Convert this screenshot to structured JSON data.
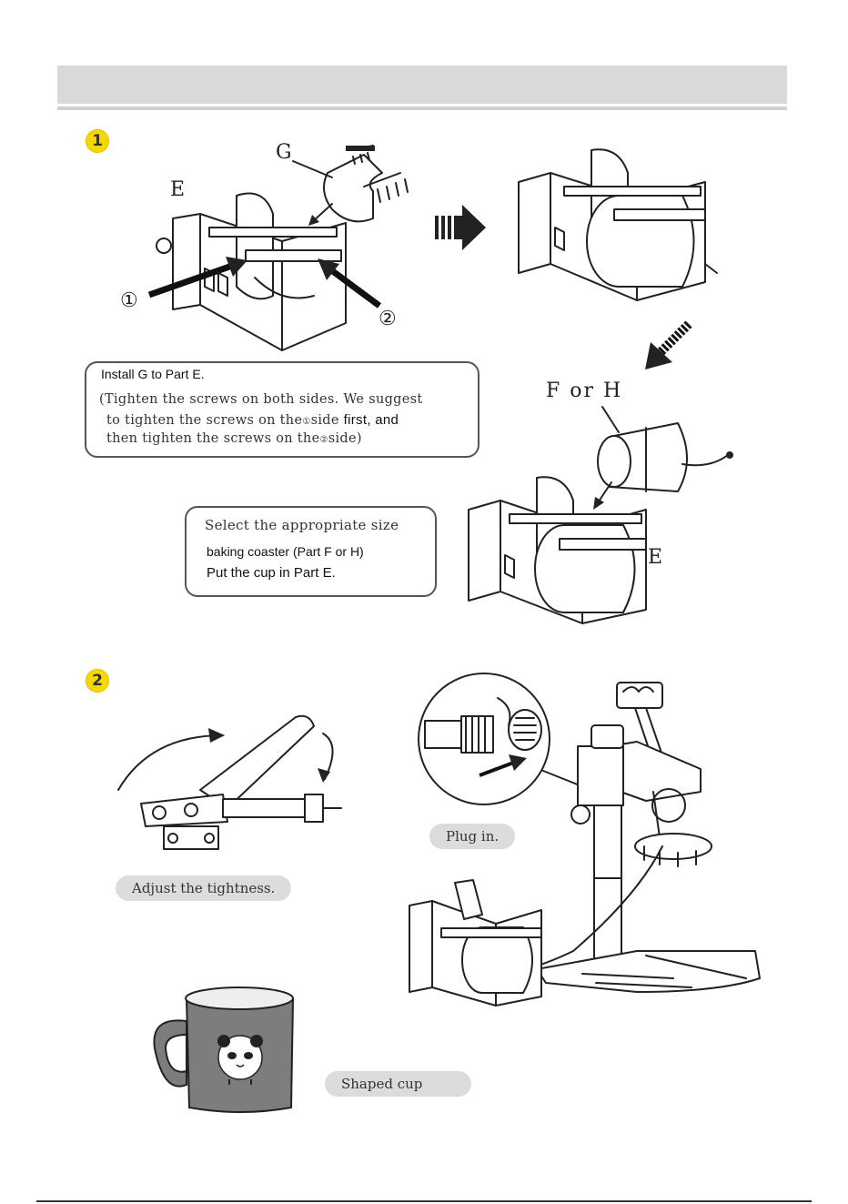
{
  "steps": [
    {
      "number": "1"
    },
    {
      "number": "2"
    }
  ],
  "labels": {
    "part_g": "G",
    "part_e": "E",
    "part_e_2": "E",
    "part_f_or_h": "F or H",
    "side_1": "①",
    "side_2": "②"
  },
  "note_install": {
    "title": "Install G to Part E.",
    "line1": "(Tighten the screws on both sides. We suggest",
    "line2a": "to tighten the screws on the",
    "line2_marker": "①",
    "line2b": "side ",
    "line2c": "first, and",
    "line3a": "then tighten the screws on the",
    "line3_marker": "②",
    "line3b": "side)"
  },
  "note_select": {
    "line1": "Select the appropriate size",
    "line2": "baking coaster (Part F or H)",
    "line3": "Put the cup in Part E."
  },
  "captions": {
    "adjust": "Adjust the tightness.",
    "plug": "Plug in.",
    "shaped": "Shaped cup"
  },
  "colors": {
    "badge": "#f5d800",
    "header": "#d9d9d9",
    "pill": "#dcdcdc",
    "mug": "#7d7d7d"
  }
}
